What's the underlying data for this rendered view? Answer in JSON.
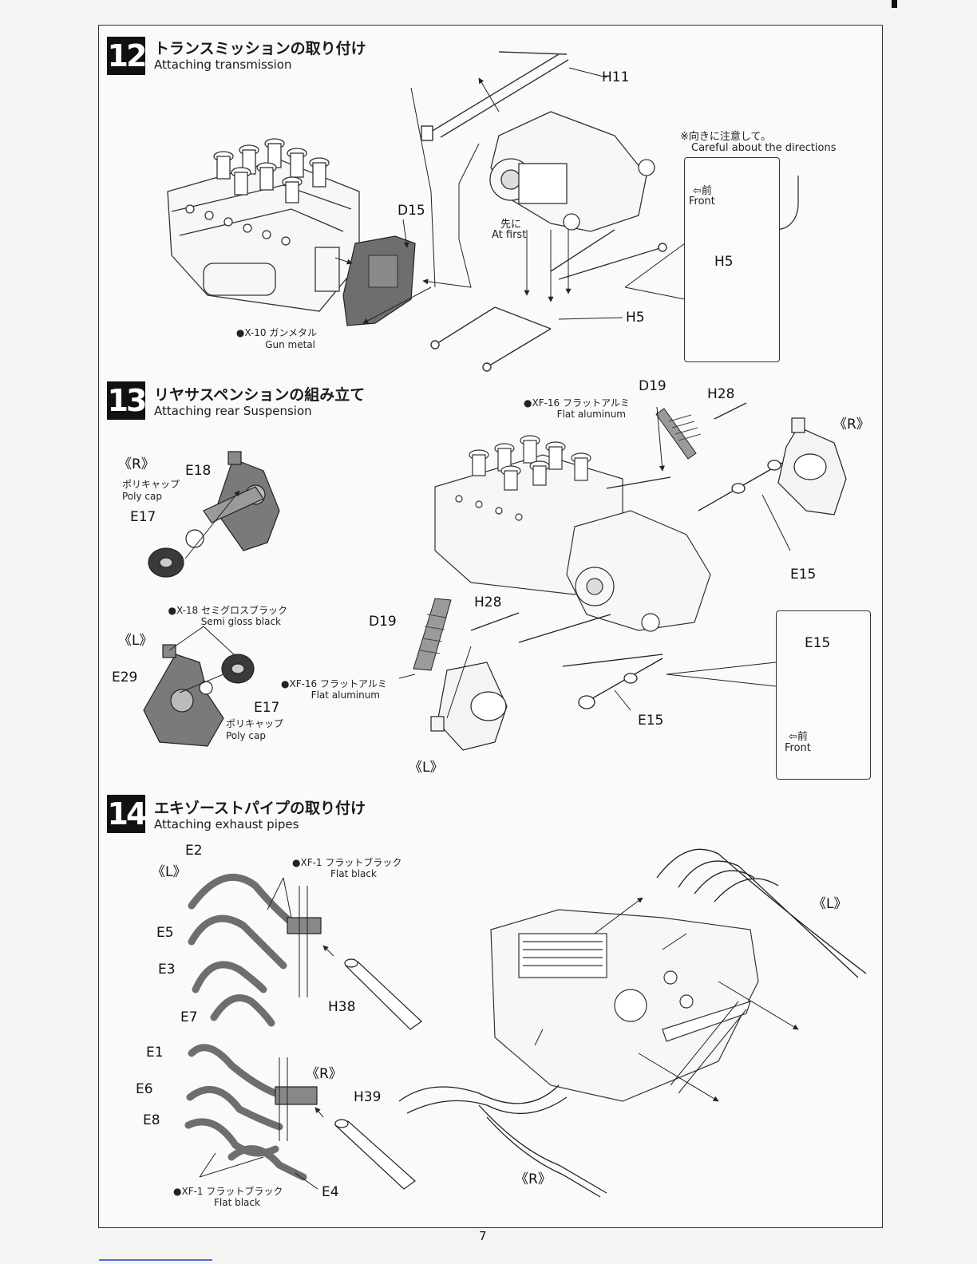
{
  "page_number": "7",
  "steps": [
    {
      "number": "12",
      "title_ja": "トランスミッションの取り付け",
      "title_en": "Attaching transmission"
    },
    {
      "number": "13",
      "title_ja": "リヤサスペンションの組み立て",
      "title_en": "Attaching rear Suspension"
    },
    {
      "number": "14",
      "title_ja": "エキゾーストパイプの取り付け",
      "title_en": "Attaching exhaust pipes"
    }
  ],
  "step12": {
    "part_h11": "H11",
    "part_d15": "D15",
    "part_h5": "H5",
    "first_ja": "先に",
    "first_en": "At first",
    "paint_ja": "●X-10 ガンメタル",
    "paint_en": "Gun metal",
    "direction_ja": "※向きに注意して。",
    "direction_en": "Careful about the directions",
    "inset_front_ja": "⇦前",
    "inset_front_en": "Front",
    "inset_h5": "H5"
  },
  "step13": {
    "r_mark": "《R》",
    "l_mark": "《L》",
    "part_e18": "E18",
    "part_e17_r": "E17",
    "part_e29": "E29",
    "part_e17_l": "E17",
    "polycap_ja_r": "ポリキャップ",
    "polycap_en_r": "Poly cap",
    "polycap_ja_l": "ポリキャップ",
    "polycap_en_l": "Poly cap",
    "paint_x18_ja": "●X-18 セミグロスブラック",
    "paint_x18_en": "Semi gloss black",
    "paint_xf16_ja_top": "●XF-16 フラットアルミ",
    "paint_xf16_en_top": "Flat aluminum",
    "paint_xf16_ja_mid": "●XF-16 フラットアルミ",
    "paint_xf16_en_mid": "Flat aluminum",
    "part_d19_top": "D19",
    "part_h28_top": "H28",
    "part_r_assembly": "《R》",
    "part_e15_right": "E15",
    "part_h28_mid": "H28",
    "part_d19_mid": "D19",
    "part_e15_bottom": "E15",
    "part_l_assembly": "《L》",
    "inset_e15": "E15",
    "inset_front_ja": "⇦前",
    "inset_front_en": "Front"
  },
  "step14": {
    "l_mark": "《L》",
    "r_mark": "《R》",
    "part_e2": "E2",
    "part_e5": "E5",
    "part_e3": "E3",
    "part_e7": "E7",
    "part_h38": "H38",
    "part_e1": "E1",
    "part_e6": "E6",
    "part_e8": "E8",
    "part_e4": "E4",
    "part_h39": "H39",
    "paint_xf1_ja_top": "●XF-1 フラットブラック",
    "paint_xf1_en_top": "Flat black",
    "paint_xf1_ja_bottom": "●XF-1 フラットブラック",
    "paint_xf1_en_bottom": "Flat black",
    "assembly_l": "《L》",
    "assembly_r": "《R》"
  }
}
